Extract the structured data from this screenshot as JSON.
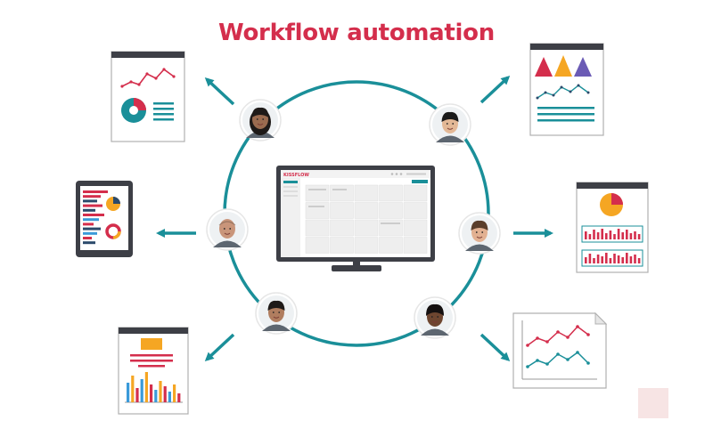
{
  "title": "Workflow automation",
  "app_brand": "KISSFLOW",
  "colors": {
    "title": "#d42e4c",
    "accent_red": "#d42e4c",
    "teal": "#1a8f99",
    "orange": "#f5a623",
    "purple": "#6b5bb5",
    "blue": "#3a9ad9",
    "navy": "#2b4a6b",
    "dark_frame": "#3d3f46"
  },
  "icons": {
    "people": [
      "person-avatar",
      "person-avatar",
      "person-avatar",
      "person-avatar",
      "person-avatar",
      "person-avatar"
    ],
    "reports": [
      "line-pie-report-icon",
      "triangle-chart-report-icon",
      "tablet-bar-report-icon",
      "pie-bar-report-icon",
      "org-bar-report-icon",
      "dual-line-report-icon"
    ],
    "center": "desktop-monitor-icon",
    "arrows": "arrow-icon"
  }
}
